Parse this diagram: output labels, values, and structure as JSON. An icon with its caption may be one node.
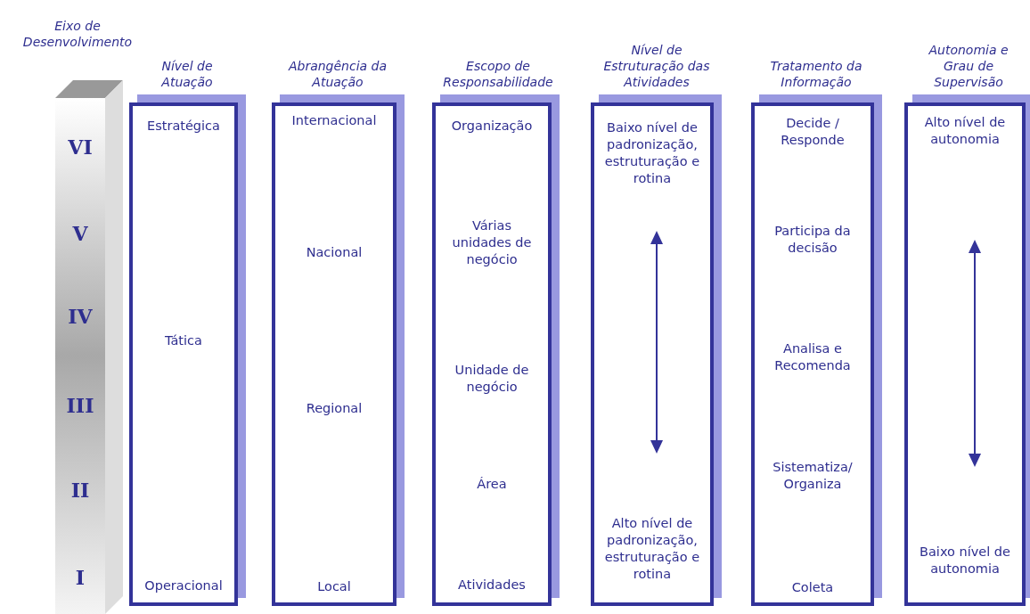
{
  "diagram": {
    "nodes": [
      {
        "text": [
          "Eixo de Desenvolvimento",
          "VI",
          "V",
          "IV",
          "III",
          "II",
          "I"
        ]
      },
      {
        "text": [
          "Nível de Atuação",
          "Estratégica",
          "Tática",
          "Operacional"
        ]
      },
      {
        "text": [
          "Abrangência da Atuação",
          "Internacional",
          "Nacional",
          "Regional",
          "Local"
        ]
      },
      {
        "text": [
          "Escopo de Responsabilidade",
          "Organização",
          "Várias unidades de negócio",
          "Unidade de negócio",
          "Área",
          "Atividades"
        ]
      },
      {
        "text": [
          "Nível de Estruturação das Atividades",
          "Baixo nível de padronização, estruturação e rotina",
          "Alto nível de padronização, estruturação e rotina"
        ]
      },
      {
        "text": [
          "Tratamento da Informação",
          "Decide / Responde",
          "Participa da decisão",
          "Analisa e Recomenda",
          "Sistematiza/ Organiza",
          "Coleta"
        ]
      },
      {
        "text": [
          "Autonomia e Grau de Supervisão",
          "Alto nível de autonomia",
          "Baixo nível de autonomia"
        ]
      }
    ]
  }
}
